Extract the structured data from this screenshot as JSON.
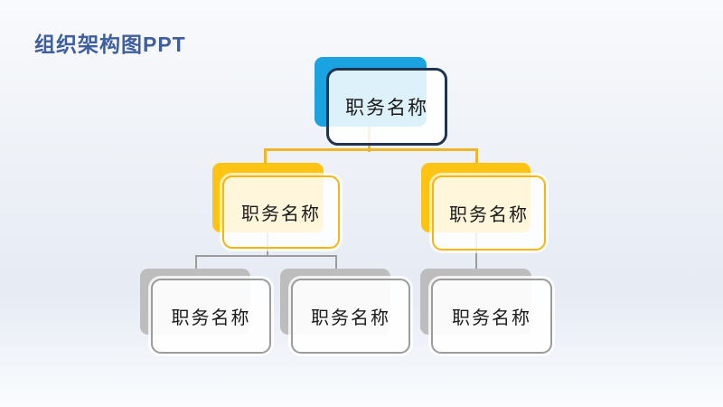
{
  "slide": {
    "title": "组织架构图PPT"
  },
  "chart": {
    "type": "org-chart",
    "nodes": [
      {
        "id": "root",
        "level": 1,
        "label": "职务名称"
      },
      {
        "id": "l2-left",
        "level": 2,
        "label": "职务名称"
      },
      {
        "id": "l2-right",
        "level": 2,
        "label": "职务名称"
      },
      {
        "id": "l3-left",
        "level": 3,
        "label": "职务名称"
      },
      {
        "id": "l3-middle",
        "level": 3,
        "label": "职务名称"
      },
      {
        "id": "l3-right",
        "level": 3,
        "label": "职务名称"
      }
    ],
    "edges": [
      {
        "from": "root",
        "to": "l2-left",
        "color": "#F0B62A"
      },
      {
        "from": "root",
        "to": "l2-right",
        "color": "#F0B62A"
      },
      {
        "from": "l2-left",
        "to": "l3-left",
        "color": "#9C9C9C"
      },
      {
        "from": "l2-left",
        "to": "l3-middle",
        "color": "#9C9C9C"
      },
      {
        "from": "l2-right",
        "to": "l3-right",
        "color": "#9C9C9C"
      }
    ],
    "colors": {
      "title_text": "#3E5E9E",
      "level1_shadow": "#1BA3E1",
      "level1_border": "#20334F",
      "level2_shadow": "#FFC313",
      "level2_border": "#F5B70F",
      "level2_connector": "#F0B62A",
      "level3_shadow": "#BDBDBD",
      "level3_border": "#9C9C9C",
      "level3_connector": "#9C9C9C",
      "label_text": "#1A1A1A"
    }
  }
}
